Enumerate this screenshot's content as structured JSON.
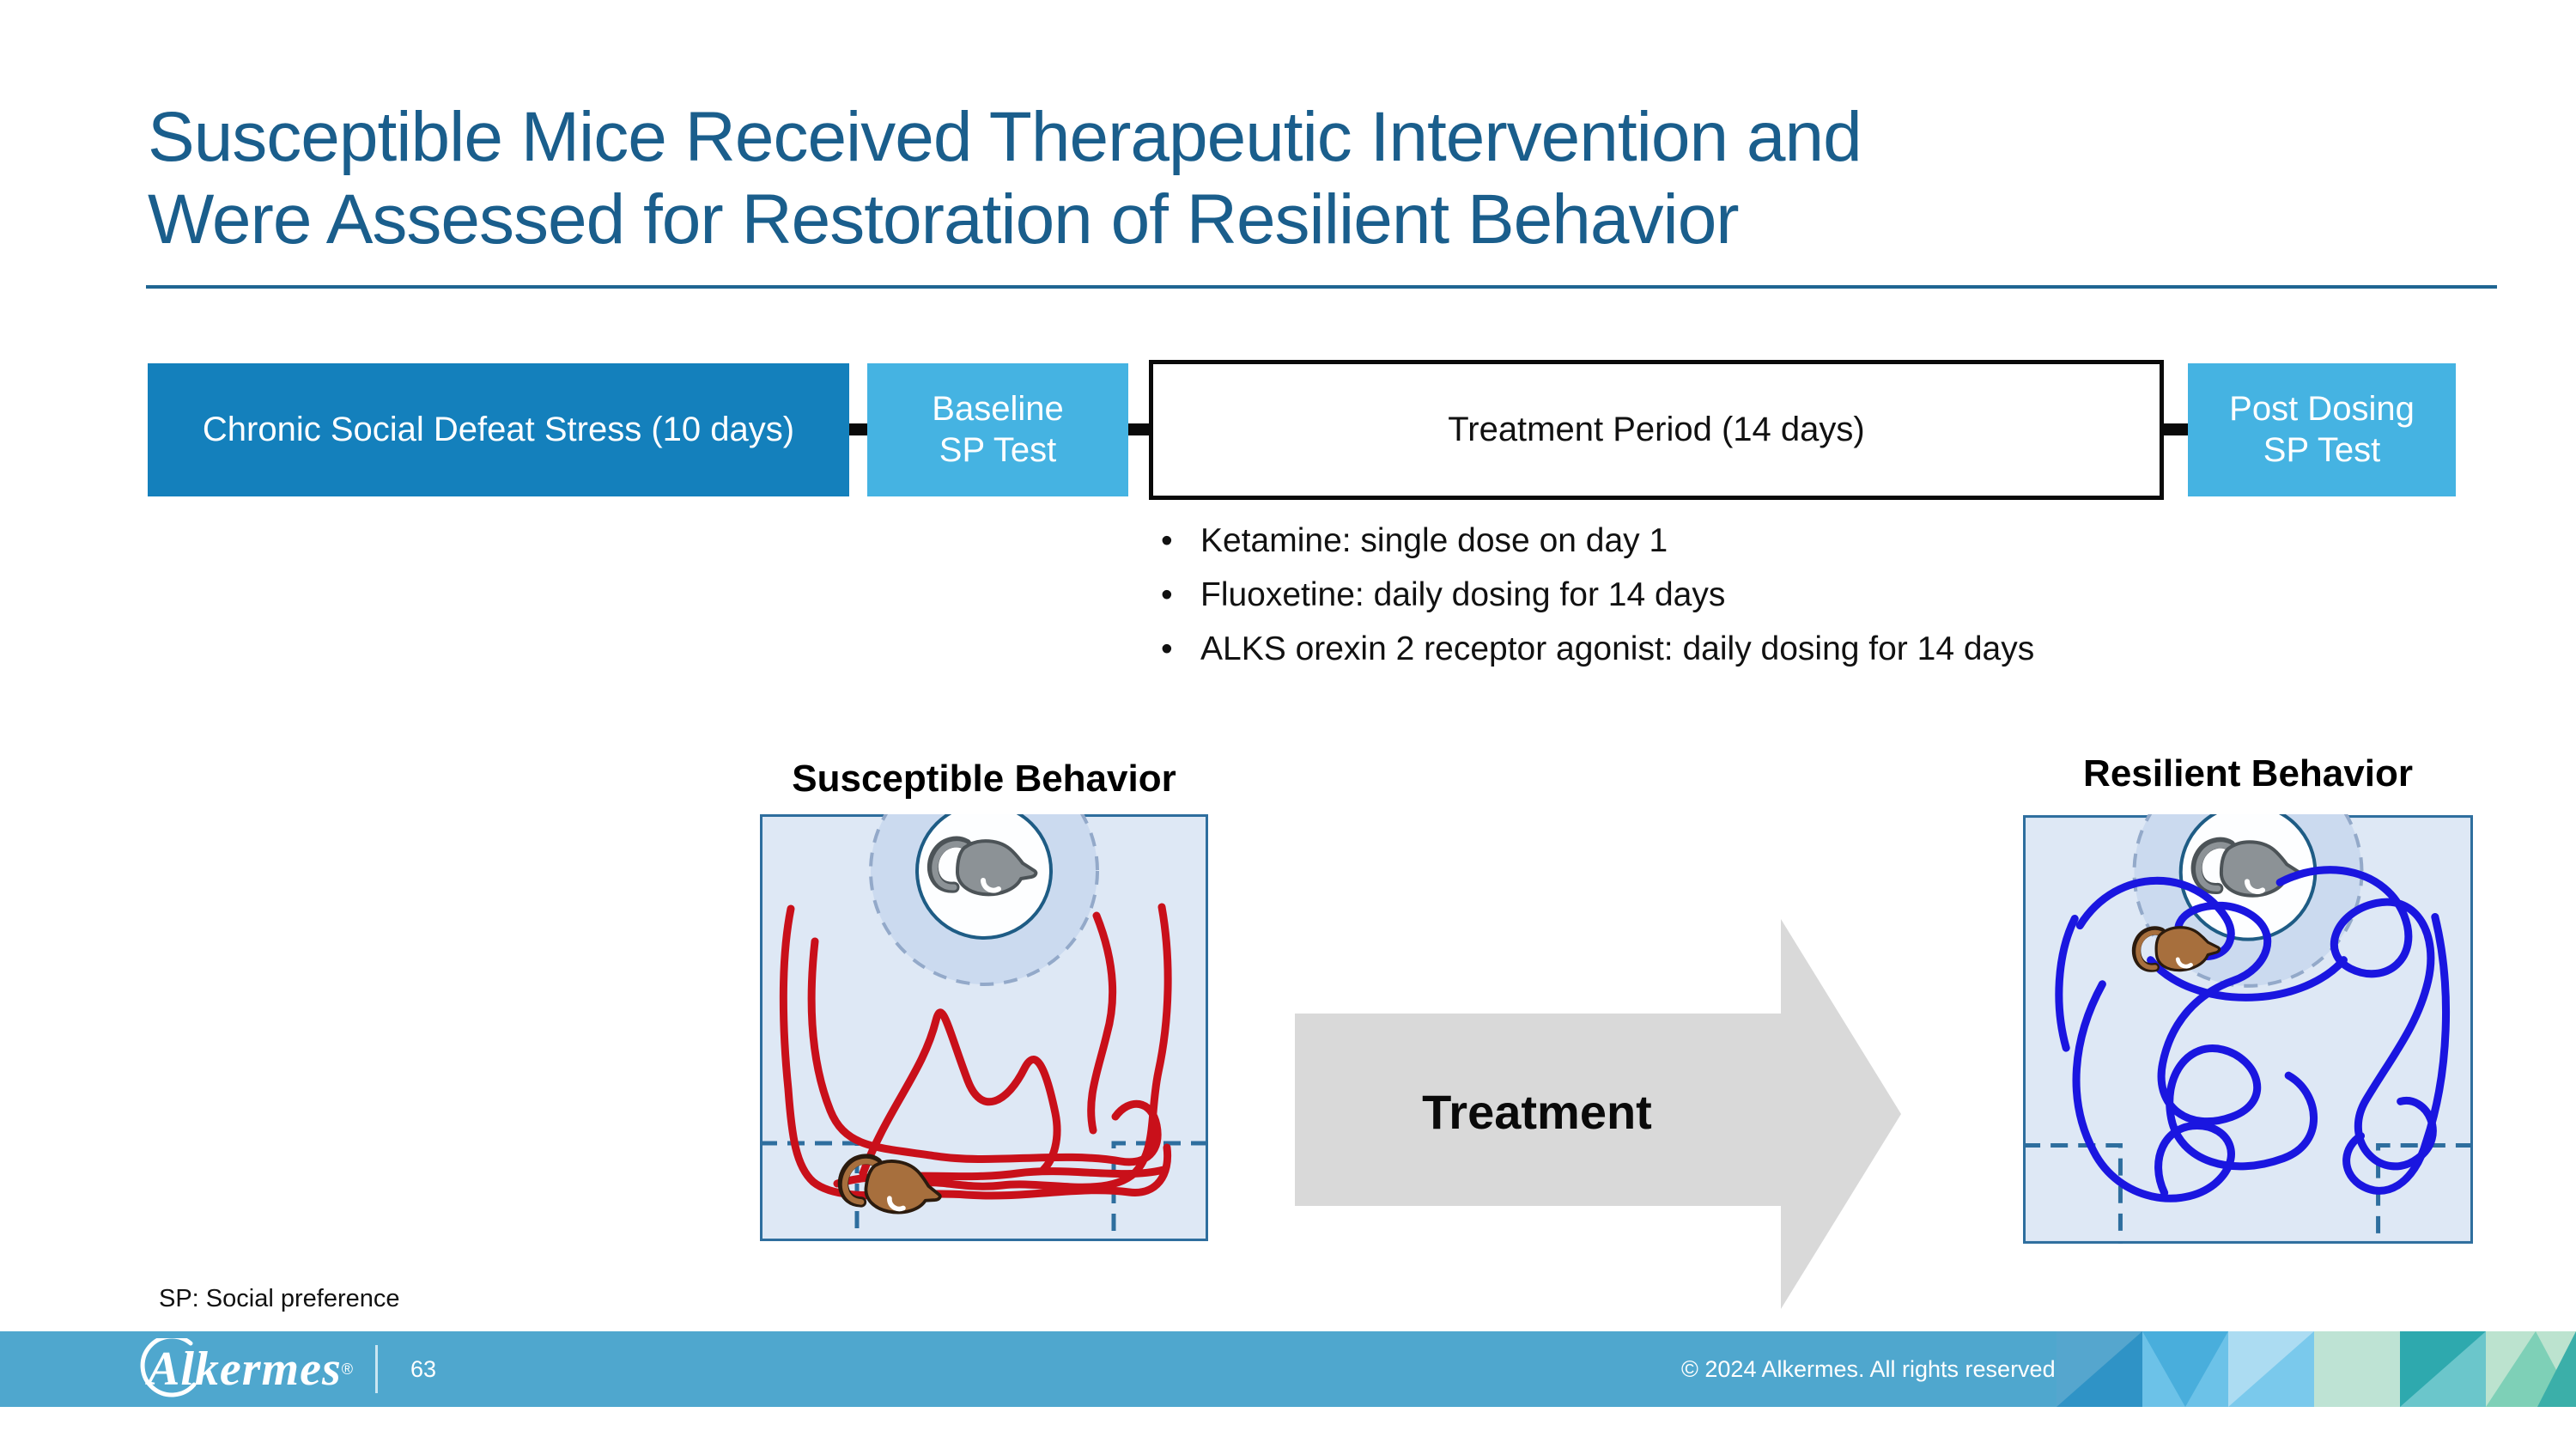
{
  "slide": {
    "title_lines": {
      "line1": "Susceptible Mice Received Therapeutic Intervention and",
      "line2": "Were Assessed for Restoration of Resilient Behavior"
    },
    "footnote": "SP: Social preference"
  },
  "timeline": {
    "box1_label": "Chronic Social Defeat Stress (10 days)",
    "box2_line1": "Baseline",
    "box2_line2": "SP Test",
    "box3_label": "Treatment Period (14 days)",
    "box4_line1": "Post Dosing",
    "box4_line2": "SP Test"
  },
  "bullets": {
    "marker": "•",
    "items": {
      "item1": "Ketamine: single dose on day 1",
      "item2": "Fluoxetine: daily dosing for 14 days",
      "item3": "ALKS orexin 2 receptor agonist: daily dosing for 14 days"
    }
  },
  "panels": {
    "left_title": "Susceptible Behavior",
    "right_title": "Resilient Behavior",
    "arrow_label": "Treatment"
  },
  "footer": {
    "logo_text": "Alkermes",
    "logo_reg": "®",
    "page_number": "63",
    "copyright": "© 2024 Alkermes. All rights reserved."
  },
  "colors": {
    "title_blue": "#1A5E8C",
    "dark_box_blue": "#1480BC",
    "light_box_blue": "#45B3E2",
    "treatment_box_border": "#0A0A0A",
    "footer_teal": "#4FA7CE",
    "susceptible_track_red": "#C9101A",
    "resilient_track_blue": "#1A16E0",
    "arena_bg": "#DEE8F5",
    "arena_border": "#2E6E9E",
    "interaction_zone_fill": "#CBDAEF",
    "interaction_zone_stroke": "#93A9C9",
    "target_circle_stroke": "#1E5C85",
    "gray_mouse": "#8C9296",
    "brown_mouse": "#A76F3D",
    "arrow_gray": "#D9D9D9",
    "pattern_palette": [
      "#2F93C6",
      "#6CC2E8",
      "#49AEDC",
      "#ACDCF2",
      "#7AC9EC",
      "#BEE3D4",
      "#2EA9AE",
      "#6BC6CB",
      "#BCE3CF",
      "#7ED0B7",
      "#3BAFA9"
    ]
  }
}
